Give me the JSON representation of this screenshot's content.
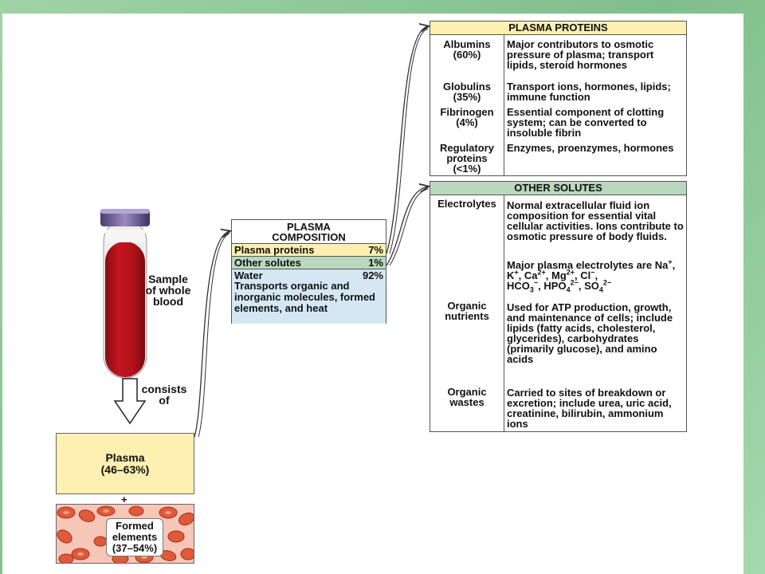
{
  "tube": {
    "label": "Sample of whole blood"
  },
  "consists": "consists of",
  "plasma": {
    "name": "Plasma",
    "range": "(46–63%)"
  },
  "plus": "+",
  "formed": {
    "line1": "Formed",
    "line2": "elements",
    "range": "(37–54%)"
  },
  "composition": {
    "title_line1": "PLASMA",
    "title_line2": "COMPOSITION",
    "rows": [
      {
        "label": "Plasma proteins",
        "value": "7%"
      },
      {
        "label": "Other solutes",
        "value": "1%"
      },
      {
        "label": "Water",
        "value": "92%"
      }
    ],
    "water_desc": "Transports organic and inorganic molecules, formed elements, and heat"
  },
  "plasma_proteins": {
    "title": "PLASMA PROTEINS",
    "rows": [
      {
        "name": "Albumins",
        "pct": "(60%)",
        "desc": "Major contributors to osmotic pressure of plasma; transport lipids, steroid hormones"
      },
      {
        "name": "Globulins",
        "pct": "(35%)",
        "desc": "Transport ions, hormones, lipids; immune function"
      },
      {
        "name": "Fibrinogen",
        "pct": "(4%)",
        "desc": "Essential component of clotting system; can be converted to insoluble fibrin"
      },
      {
        "name": "Regulatory proteins",
        "pct": "(<1%)",
        "desc": "Enzymes, proenzymes, hormones"
      }
    ]
  },
  "other_solutes": {
    "title": "OTHER SOLUTES",
    "electrolytes": {
      "name": "Electrolytes",
      "desc": "Normal extracellular fluid ion composition for essential vital cellular activities. Ions contribute to osmotic pressure of body fluids.",
      "major": "Major plasma electrolytes are"
    },
    "organic_nutrients": {
      "name": "Organic nutrients",
      "desc": "Used for ATP production, growth, and maintenance of cells; include lipids (fatty acids, cholesterol, glycerides), carbohydrates (primarily glucose), and amino acids"
    },
    "organic_wastes": {
      "name": "Organic wastes",
      "desc": "Carried to sites of breakdown or excretion; include urea, uric acid, creatinine, bilirubin, ammonium ions"
    }
  },
  "colors": {
    "yellow": "#fdf0b0",
    "green": "#b9d8bd",
    "blue": "#d5e7f3",
    "blood": "#b5121b"
  }
}
